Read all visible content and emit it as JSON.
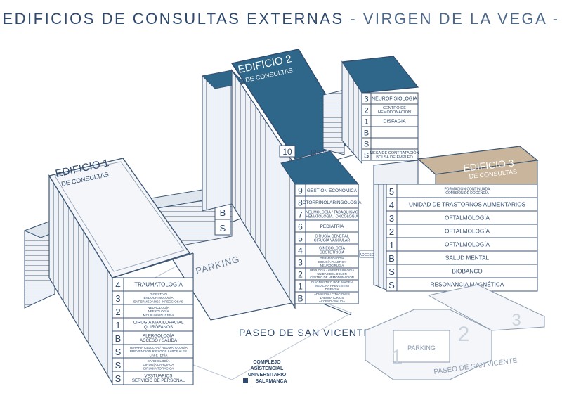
{
  "title": {
    "main": "EDIFICIOS DE CONSULTAS EXTERNAS",
    "sub": "- VIRGEN DE LA VEGA -"
  },
  "colors": {
    "navy": "#2f4a6e",
    "teal": "#2e6789",
    "tan": "#c8b59b",
    "outline": "#3c5673",
    "wall": "#eef2f7"
  },
  "buildings": {
    "b1": {
      "name": "EDIFICIO 1",
      "sub": "DE CONSULTAS",
      "floors": [
        {
          "level": "4",
          "items": [
            "TRAUMATOLOGÍA"
          ]
        },
        {
          "level": "3",
          "items": [
            "DIGESTIVO",
            "ENDOCRINOLOGÍA",
            "ENFERMEDADES INFECCIOSAS"
          ]
        },
        {
          "level": "2",
          "items": [
            "NEUROLOGÍA",
            "NEFROLOGÍA",
            "MEDICINA INTERNA"
          ]
        },
        {
          "level": "1",
          "items": [
            "CIRUGÍA MAXILOFACIAL",
            "QUIRÓFANOS"
          ]
        },
        {
          "level": "B",
          "items": [
            "ALERGOLOGÍA",
            "ACCESO / SALIDA"
          ]
        },
        {
          "level": "S",
          "items": [
            "TERAPIA CELULAR / REUMATOLOGÍA",
            "PREVENCIÓN RIESGOS LABORALES",
            "CAFETERÍA"
          ]
        },
        {
          "level": "S",
          "items": [
            "CARDIOLOGÍA",
            "CIRUGÍA CARDIACA",
            "CIRUGÍA TORÁCICA"
          ]
        },
        {
          "level": "S",
          "items": [
            "VESTUARIOS",
            "SERVICIO DE PERSONAL"
          ]
        }
      ]
    },
    "b2": {
      "name": "EDIFICIO 2",
      "sub": "DE CONSULTAS",
      "floor10": {
        "level": "10",
        "items": [
          "IBSAL"
        ]
      },
      "floors": [
        {
          "level": "9",
          "items": [
            "GESTIÓN ECONÓMICA"
          ]
        },
        {
          "level": "8",
          "items": [
            "OTORRINOLARINGOLOGÍA"
          ]
        },
        {
          "level": "7",
          "items": [
            "NEUMOLOGÍA / TABAQUISMO",
            "HEMATOLOGÍA / ONCOLOGÍA"
          ]
        },
        {
          "level": "6",
          "items": [
            "PEDIATRÍA"
          ]
        },
        {
          "level": "5",
          "items": [
            "CIRUGÍA GENERAL",
            "CIRUGÍA VASCULAR"
          ]
        },
        {
          "level": "4",
          "items": [
            "GINECOLOGÍA",
            "OBSTETRICIA"
          ]
        },
        {
          "level": "3",
          "items": [
            "DERMATOLOGÍA",
            "CIRUGÍA PLÁSTICA",
            "NEUROCIRUGÍA"
          ]
        },
        {
          "level": "2",
          "items": [
            "UROLOGÍA / ANESTESIOLOGÍA",
            "UNIDAD DEL DOLOR",
            "CENTRO DE HEMODONACIÓN"
          ]
        },
        {
          "level": "1",
          "items": [
            "DIAGNÓSTICO POR IMAGEN",
            "MEDICINA PREVENTIVA",
            "DISFAGIA"
          ]
        },
        {
          "level": "B",
          "items": [
            "ADMISIÓN / CITACIONES",
            "LABORATORIOS",
            "ACCESO / SALIDA"
          ]
        }
      ],
      "annex": [
        {
          "level": "3",
          "items": [
            "NEUROFISIOLOGÍA"
          ]
        },
        {
          "level": "2",
          "items": [
            "CENTRO DE",
            "HEMODONACIÓN"
          ]
        },
        {
          "level": "1",
          "items": [
            "DISFAGIA"
          ]
        },
        {
          "level": "B",
          "items": [
            ""
          ]
        },
        {
          "level": "S",
          "items": [
            ""
          ]
        },
        {
          "level": "S",
          "items": [
            "MESA DE CONTRATACIÓN",
            "BOLSA DE EMPLEO"
          ]
        }
      ]
    },
    "b3": {
      "name": "EDIFICIO 3",
      "sub": "DE CONSULTAS",
      "floors": [
        {
          "level": "5",
          "items": [
            "FORMACIÓN CONTINUADA",
            "COMISIÓN DE DOCENCIA"
          ]
        },
        {
          "level": "4",
          "items": [
            "UNIDAD DE TRASTORNOS ALIMENTARIOS"
          ]
        },
        {
          "level": "3",
          "items": [
            "OFTALMOLOGÍA"
          ]
        },
        {
          "level": "2",
          "items": [
            "OFTALMOLOGÍA"
          ]
        },
        {
          "level": "1",
          "items": [
            "OFTALMOLOGÍA"
          ]
        },
        {
          "level": "B",
          "items": [
            "SALUD MENTAL"
          ]
        },
        {
          "level": "S",
          "items": [
            "BIOBANCO"
          ]
        },
        {
          "level": "S",
          "items": [
            "RESONANCIA MAGNÉTICA"
          ]
        }
      ]
    }
  },
  "bridge_levels": [
    "B",
    "S"
  ],
  "labels": {
    "parking": "PARKING",
    "street": "PASEO DE SAN VICENTE",
    "mini_parking": "PARKING",
    "mini_street": "PASEO DE SAN VICENTE",
    "mini_numbers": [
      "1",
      "2",
      "3"
    ],
    "acceso": "ACCESO"
  },
  "logo": {
    "line1": "COMPLEJO",
    "line2": "ASISTENCIAL",
    "line3": "UNIVERSITARIO",
    "line4": "SALAMANCA"
  }
}
